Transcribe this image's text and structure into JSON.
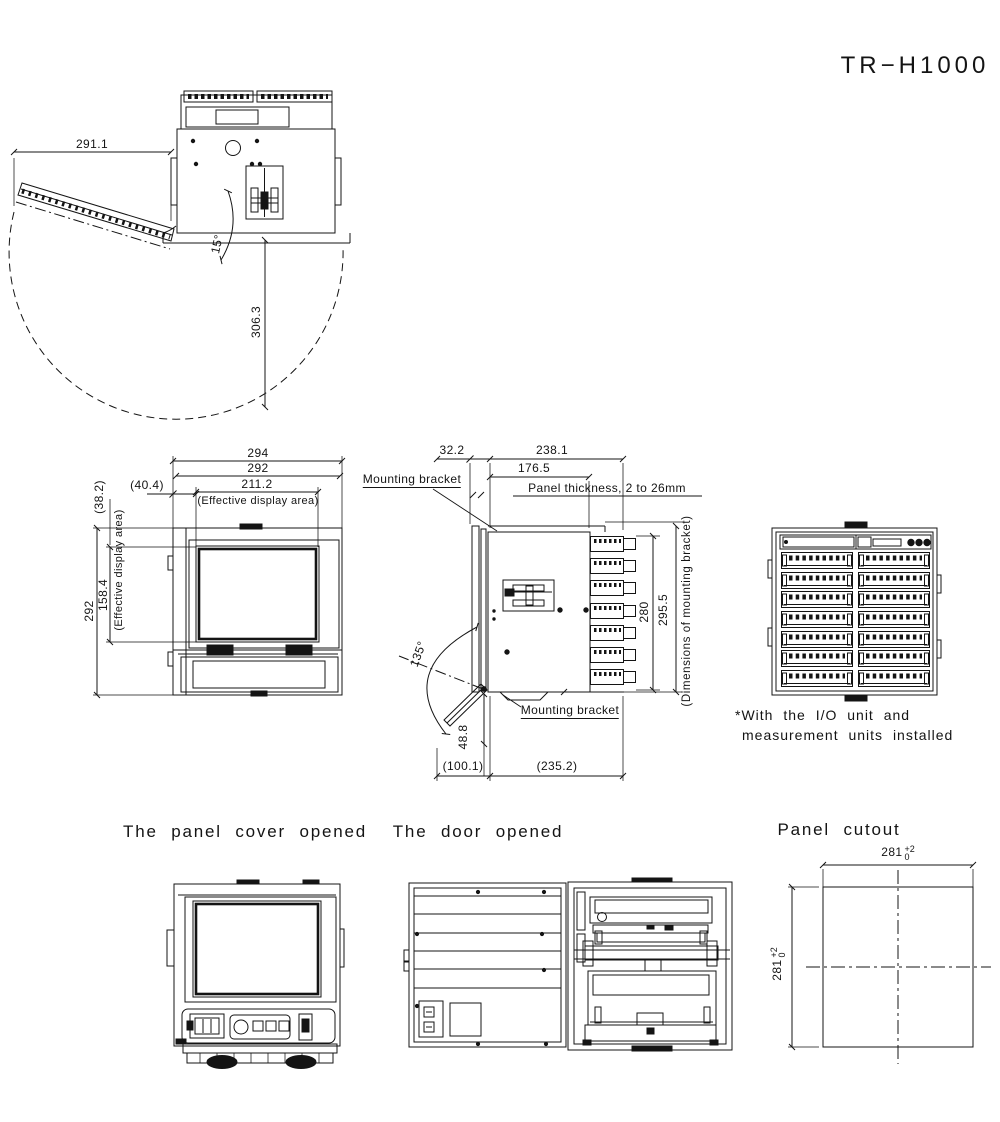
{
  "colors": {
    "ink": "#141414",
    "paper": "#ffffff"
  },
  "title": "TR−H1000",
  "top_view": {
    "swing_width": "291.1",
    "swing_radius": "306.3",
    "cover_angle": "15°"
  },
  "front_view": {
    "outer_width": "294",
    "bezel_width": "292",
    "display_width": "211.2",
    "display_width_note": "(Effective display area)",
    "offset_left": "(40.4)",
    "offset_top": "(38.2)",
    "outer_height": "292",
    "display_height": "158.4",
    "display_height_note": "(Effective display area)"
  },
  "side_view": {
    "front_depth": "32.2",
    "rear_depth": "238.1",
    "case_depth": "176.5",
    "mounting_bracket_top": "Mounting bracket",
    "panel_thickness": "Panel thickness, 2 to 26mm",
    "bracket_span": "280",
    "bracket_outer": "295.5",
    "bracket_note": "(Dimensions of mounting bracket)",
    "mounting_bracket_bottom": "Mounting bracket",
    "door_angle": "135°",
    "door_drop": "48.8",
    "door_depth": "(100.1)",
    "body_depth_bottom": "(235.2)"
  },
  "rear_view": {
    "note_line1": "*With the I/O unit and",
    "note_line2": "measurement units installed"
  },
  "captions": {
    "panel_cover_opened": "The panel cover opened",
    "door_opened": "The door opened",
    "panel_cutout": "Panel cutout"
  },
  "panel_cutout": {
    "size": "281",
    "tol_upper": "+2",
    "tol_lower": "0"
  }
}
